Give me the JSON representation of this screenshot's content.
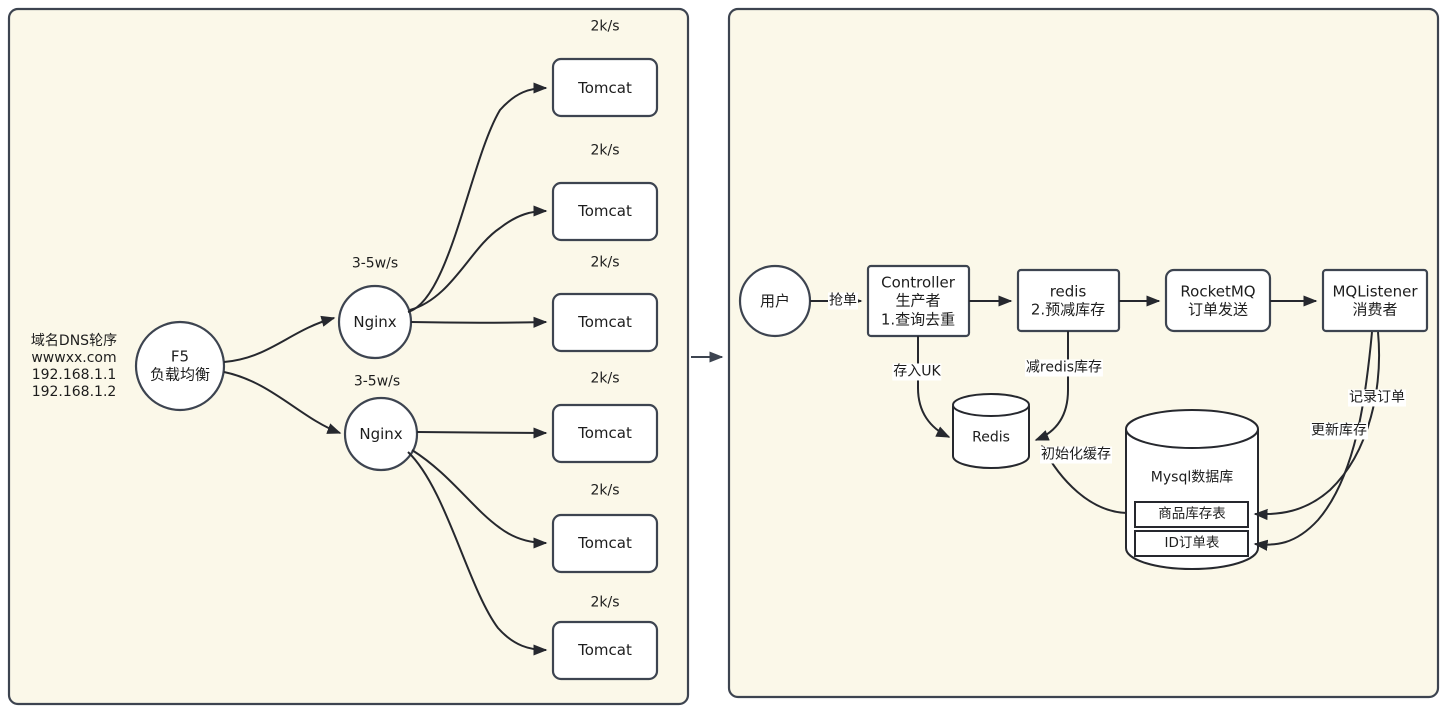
{
  "diagram": {
    "title": "seckill-architecture-diagram",
    "background": "#ffffff",
    "panel_fill": "#fbf8e9",
    "stroke": "#3d4450",
    "node_fill": "#ffffff"
  },
  "left_panel": {
    "dns_note": {
      "line1": "域名DNS轮序",
      "line2": "wwwxx.com",
      "line3": "192.168.1.1",
      "line4": "192.168.1.2"
    },
    "f5": {
      "line1": "F5",
      "line2": "负载均衡"
    },
    "nginx_rate": "3-5w/s",
    "tomcat_rate": "2k/s",
    "nginx_nodes": [
      {
        "label": "Nginx",
        "rate": "3-5w/s"
      },
      {
        "label": "Nginx",
        "rate": "3-5w/s"
      }
    ],
    "tomcat_nodes": [
      {
        "label": "Tomcat",
        "rate": "2k/s"
      },
      {
        "label": "Tomcat",
        "rate": "2k/s"
      },
      {
        "label": "Tomcat",
        "rate": "2k/s"
      },
      {
        "label": "Tomcat",
        "rate": "2k/s"
      },
      {
        "label": "Tomcat",
        "rate": "2k/s"
      },
      {
        "label": "Tomcat",
        "rate": "2k/s"
      }
    ]
  },
  "right_panel": {
    "user": {
      "label": "用户"
    },
    "controller": {
      "line1": "Controller",
      "line2": "生产者",
      "line3": "1.查询去重"
    },
    "redis_step": {
      "line1": "redis",
      "line2": "2.预减库存"
    },
    "rocketmq": {
      "line1": "RocketMQ",
      "line2": "订单发送"
    },
    "mqlistener": {
      "line1": "MQListener",
      "line2": "消费者"
    },
    "redis_store": {
      "label": "Redis"
    },
    "mysql": {
      "label": "Mysql数据库",
      "tables": [
        {
          "label": "商品库存表"
        },
        {
          "label": "ID订单表"
        }
      ]
    },
    "edge_labels": {
      "grab_order": "抢单",
      "save_uk": "存入UK",
      "decrease_redis": "减redis库存",
      "init_cache": "初始化缓存",
      "record_order": "记录订单",
      "update_stock": "更新库存"
    }
  }
}
